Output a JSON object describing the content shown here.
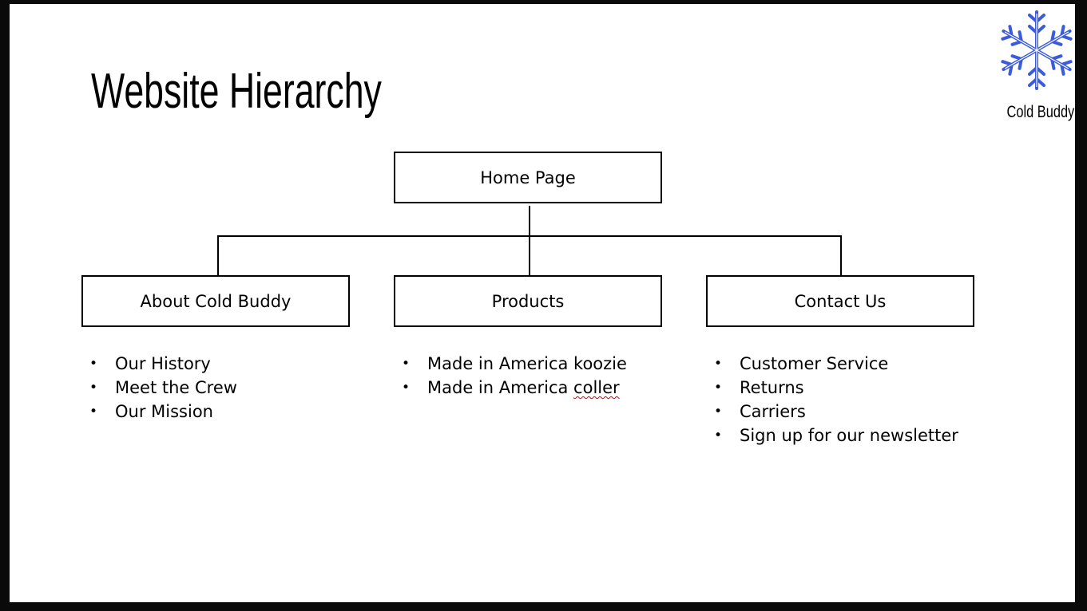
{
  "slide": {
    "title": "Website Hierarchy"
  },
  "logo": {
    "icon": "snowflake-icon",
    "text": "Cold Buddy",
    "color": "#3b5bdb"
  },
  "diagram": {
    "root": "Home Page",
    "children": [
      {
        "label": "About Cold Buddy",
        "items": [
          "Our History",
          "Meet the Crew",
          "Our Mission"
        ]
      },
      {
        "label": "Products",
        "items": [
          "Made in America koozie",
          "Made in America "
        ],
        "misspelled_word": "coller"
      },
      {
        "label": "Contact Us",
        "items": [
          "Customer Service",
          "Returns",
          "Carriers",
          "Sign up for our newsletter"
        ]
      }
    ]
  }
}
